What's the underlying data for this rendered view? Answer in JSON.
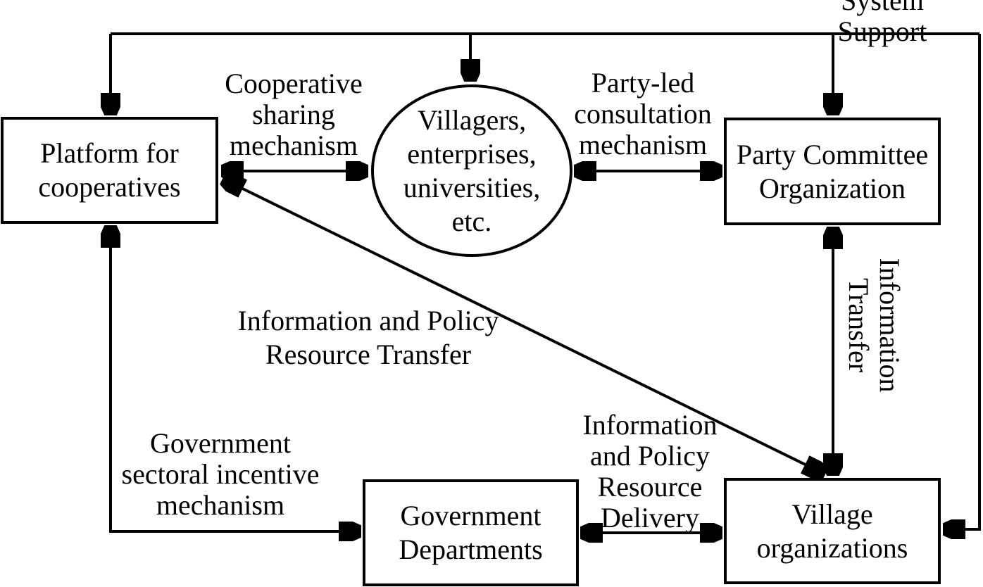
{
  "diagram": {
    "colors": {
      "line": "#000000",
      "background": "#ffffff",
      "text": "#000000"
    },
    "nodes": {
      "platform": {
        "label": "Platform for\ncooperatives"
      },
      "villagers": {
        "label": "Villagers,\nenterprises,\nuniversities,\netc."
      },
      "party": {
        "label": "Party Committee\nOrganization"
      },
      "government": {
        "label": "Government\nDepartments"
      },
      "village": {
        "label": "Village\norganizations"
      }
    },
    "edge_labels": {
      "system_support": "System Support",
      "cooperative_sharing": "Cooperative\nsharing\nmechanism",
      "party_led_consultation": "Party-led\nconsultation\nmechanism",
      "information_transfer": "Information\nTransfer",
      "info_policy_resource_transfer": "Information and Policy\nResource Transfer",
      "government_sectoral_incentive": "Government\nsectoral incentive\nmechanism",
      "info_policy_resource_delivery": "Information\nand Policy\nResource\nDelivery"
    }
  }
}
